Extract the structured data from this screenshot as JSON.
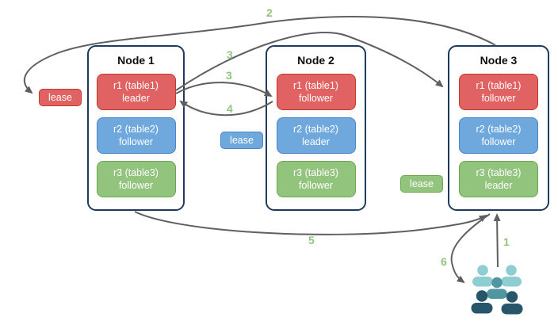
{
  "diagram": {
    "description": "Distributed database replica leadership and lease diagram",
    "nodes": [
      {
        "title": "Node 1",
        "replicas": [
          {
            "name": "r1 (table1)",
            "role": "leader",
            "color": "red"
          },
          {
            "name": "r2 (table2)",
            "role": "follower",
            "color": "blue"
          },
          {
            "name": "r3 (table3)",
            "role": "follower",
            "color": "green"
          }
        ]
      },
      {
        "title": "Node 2",
        "replicas": [
          {
            "name": "r1 (table1)",
            "role": "follower",
            "color": "red"
          },
          {
            "name": "r2 (table2)",
            "role": "leader",
            "color": "blue"
          },
          {
            "name": "r3 (table3)",
            "role": "follower",
            "color": "green"
          }
        ]
      },
      {
        "title": "Node 3",
        "replicas": [
          {
            "name": "r1 (table1)",
            "role": "follower",
            "color": "red"
          },
          {
            "name": "r2 (table2)",
            "role": "follower",
            "color": "blue"
          },
          {
            "name": "r3 (table3)",
            "role": "leader",
            "color": "green"
          }
        ]
      }
    ],
    "leases": [
      {
        "label": "lease",
        "color": "#e06262"
      },
      {
        "label": "lease",
        "color": "#6fa8dc"
      },
      {
        "label": "lease",
        "color": "#93c47d"
      }
    ],
    "arrow_labels": [
      "2",
      "3",
      "3",
      "4",
      "5",
      "1",
      "6"
    ],
    "icons": {
      "users": "users-group-icon"
    },
    "colors": {
      "node_border": "#1f3a5f",
      "replica_red": "#e06262",
      "replica_red_border": "#c0392b",
      "replica_blue": "#6fa8dc",
      "replica_blue_border": "#4a86c8",
      "replica_green": "#93c47d",
      "replica_green_border": "#6aa84f",
      "arrow": "#5f5f5f",
      "flow_label": "#93c47d",
      "users_light": "#8ecdd1",
      "users_mid": "#4f96a0",
      "users_dark": "#27566b"
    }
  }
}
